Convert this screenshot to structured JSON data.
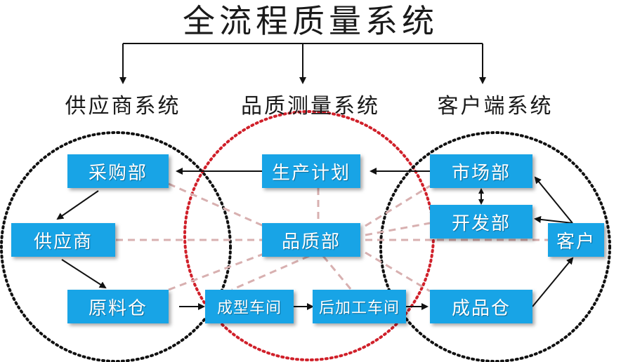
{
  "title": "全流程质量系统",
  "systems": {
    "supplier": "供应商系统",
    "quality": "品质测量系统",
    "customer": "客户端系统"
  },
  "nodes": {
    "purchasing": "采购部",
    "supplier": "供应商",
    "raw_material_warehouse": "原料仓",
    "production_plan": "生产计划",
    "quality_dept": "品质部",
    "forming_workshop": "成型车间",
    "post_processing_workshop": "后加工车间",
    "market_dept": "市场部",
    "development_dept": "开发部",
    "customer": "客户",
    "finished_goods_warehouse": "成品仓"
  },
  "colors": {
    "box": "#18a4e6",
    "supplier_circle": "#111111",
    "quality_circle": "#d0202a",
    "customer_circle": "#111111",
    "link_lines": "#d8b0b0"
  }
}
